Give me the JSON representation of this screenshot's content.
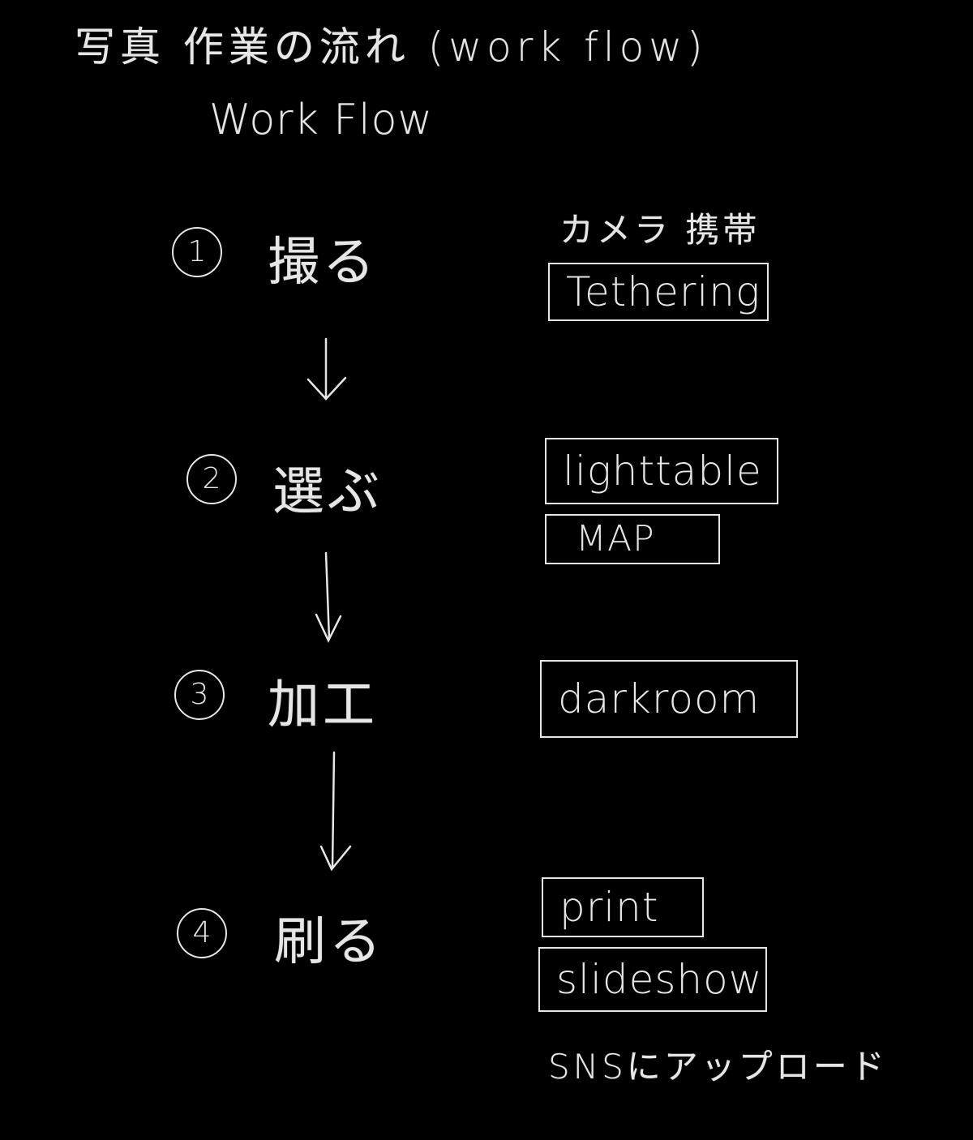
{
  "title": "写真 作業の流れ (work flow)",
  "subtitle": "Work Flow",
  "steps": [
    {
      "number": "1",
      "label": "撮る"
    },
    {
      "number": "2",
      "label": "選ぶ"
    },
    {
      "number": "3",
      "label": "加工"
    },
    {
      "number": "4",
      "label": "刷る"
    }
  ],
  "camera_note": "カメラ 携帯",
  "tools": {
    "tethering": "Tethering",
    "lighttable": "lighttable",
    "map": "MAP",
    "darkroom": "darkroom",
    "print": "print",
    "slideshow": "slideshow"
  },
  "sns_note": "SNSにアップロード",
  "colors": {
    "background": "#000000",
    "chalk": "#e6e6e6"
  }
}
